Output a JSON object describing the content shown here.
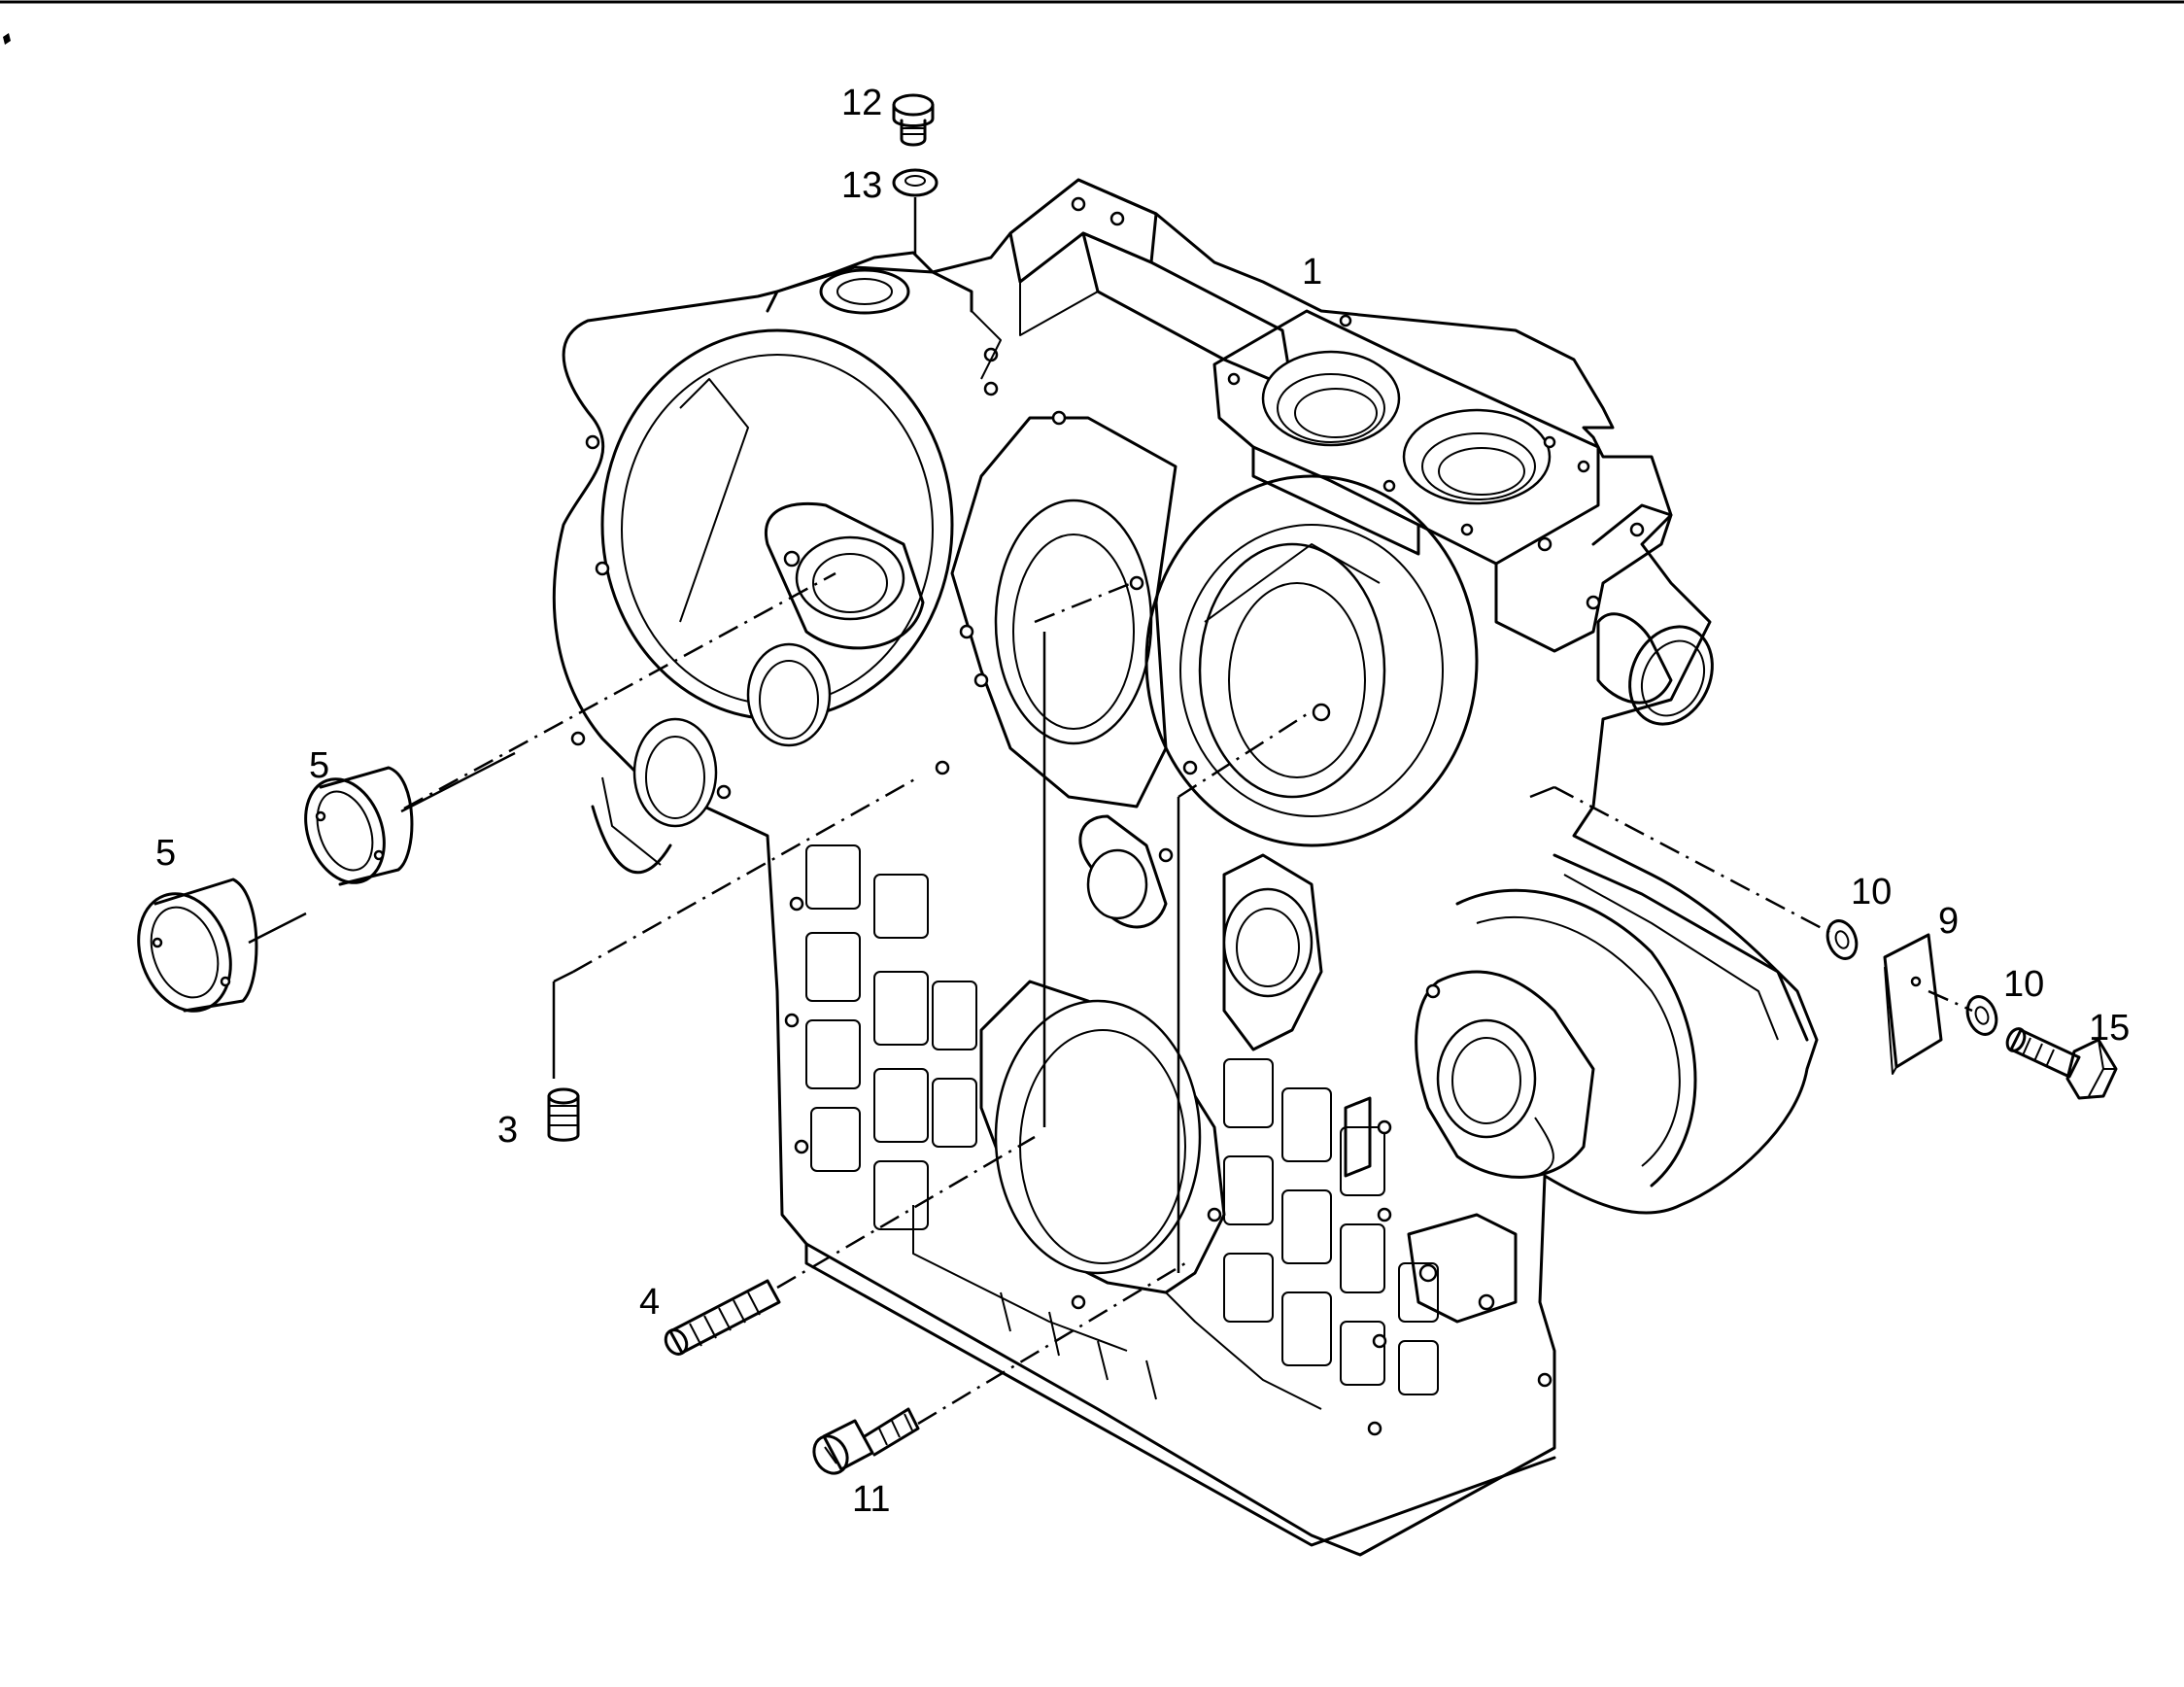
{
  "figure": {
    "callouts": [
      {
        "id": "part-1",
        "label": "1"
      },
      {
        "id": "part-3",
        "label": "3"
      },
      {
        "id": "part-4",
        "label": "4"
      },
      {
        "id": "part-5a",
        "label": "5"
      },
      {
        "id": "part-5b",
        "label": "5"
      },
      {
        "id": "part-9",
        "label": "9"
      },
      {
        "id": "part-10a",
        "label": "10"
      },
      {
        "id": "part-10b",
        "label": "10"
      },
      {
        "id": "part-11",
        "label": "11"
      },
      {
        "id": "part-12",
        "label": "12"
      },
      {
        "id": "part-13",
        "label": "13"
      },
      {
        "id": "part-15",
        "label": "15"
      }
    ]
  }
}
